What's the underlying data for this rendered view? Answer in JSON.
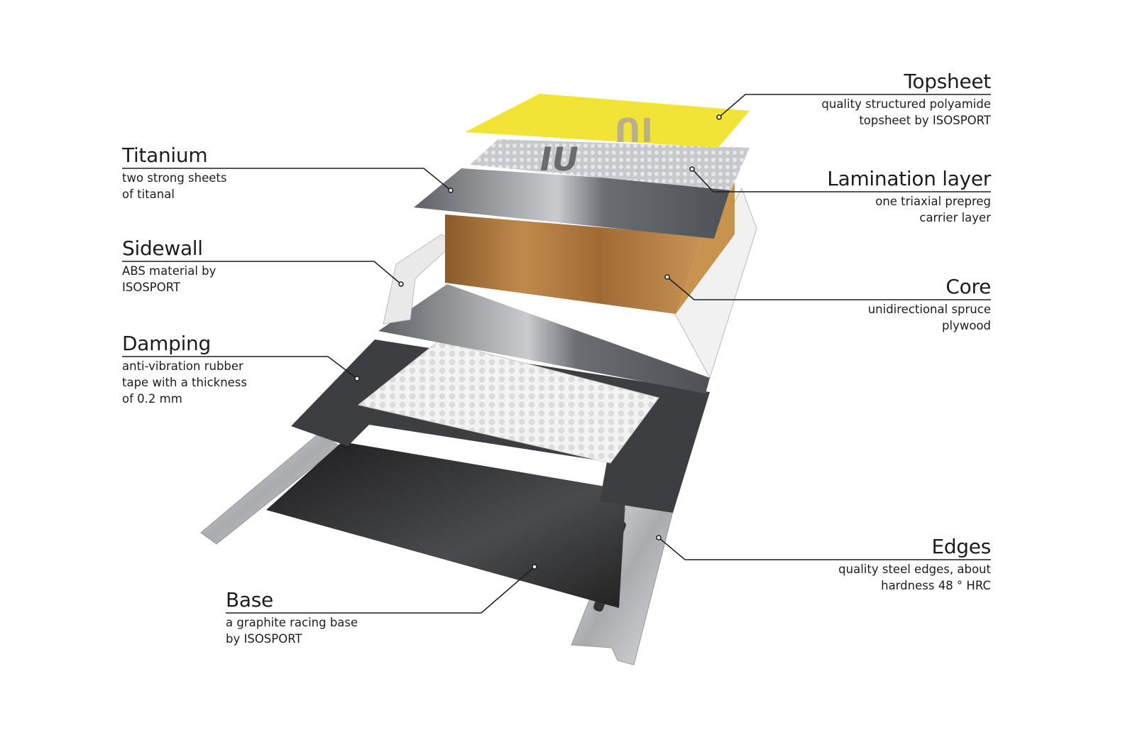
{
  "title": "Ski construction layers",
  "colors": {
    "topsheet": "#f2e33a",
    "wood": "#b07a3e",
    "base": "#2a2a2c",
    "damping": "#3a3a3c",
    "metal": "#9a9ca0",
    "leader": "#1d1d1d"
  },
  "labels": {
    "topsheet": {
      "title": "Topsheet",
      "desc": [
        "quality structured polyamide",
        "topsheet by ISOSPORT"
      ]
    },
    "lamination": {
      "title": "Lamination layer",
      "desc": [
        "one triaxial prepreg",
        "carrier layer"
      ]
    },
    "core": {
      "title": "Core",
      "desc": [
        "unidirectional spruce",
        "plywood"
      ]
    },
    "edges": {
      "title": "Edges",
      "desc": [
        "quality steel edges, about",
        "hardness 48 ° HRC"
      ]
    },
    "titanium": {
      "title": "Titanium",
      "desc": [
        "two strong sheets",
        "of titanal"
      ]
    },
    "sidewall": {
      "title": "Sidewall",
      "desc": [
        "ABS material by",
        "ISOSPORT"
      ]
    },
    "damping": {
      "title": "Damping",
      "desc": [
        "anti-vibration rubber",
        "tape with a thickness",
        "of 0.2 mm"
      ]
    },
    "base": {
      "title": "Base",
      "desc": [
        "a graphite racing base",
        "by ISOSPORT"
      ]
    }
  }
}
